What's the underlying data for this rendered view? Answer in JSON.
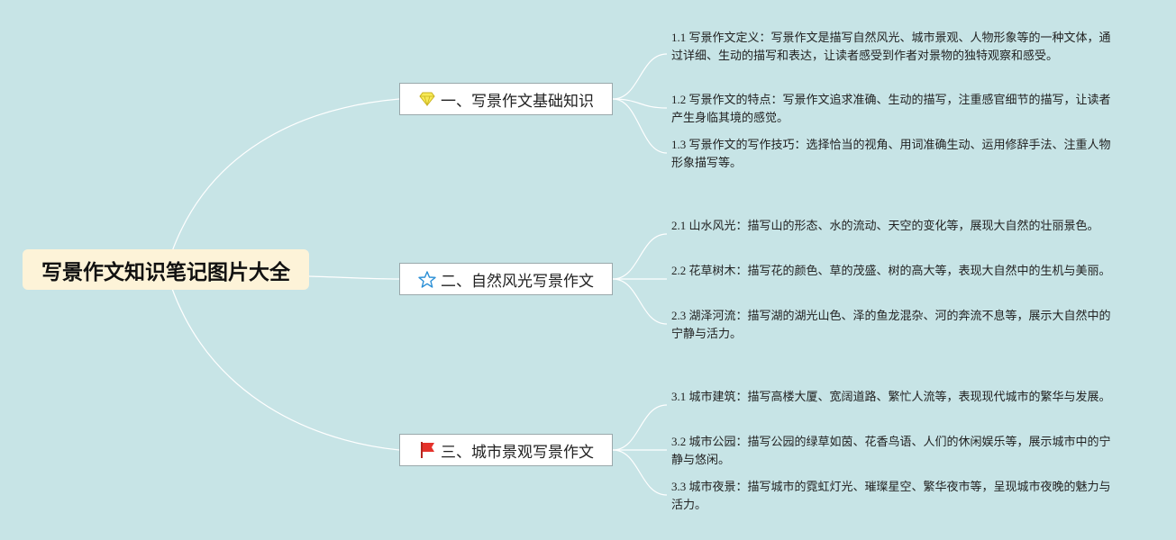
{
  "root": {
    "title": "写景作文知识笔记图片大全"
  },
  "branches": [
    {
      "icon": "diamond-icon",
      "label": "一、写景作文基础知识",
      "leaves": [
        "1.1 写景作文定义：写景作文是描写自然风光、城市景观、人物形象等的一种文体，通过详细、生动的描写和表达，让读者感受到作者对景物的独特观察和感受。",
        "1.2 写景作文的特点：写景作文追求准确、生动的描写，注重感官细节的描写，让读者产生身临其境的感觉。",
        "1.3 写景作文的写作技巧：选择恰当的视角、用词准确生动、运用修辞手法、注重人物形象描写等。"
      ]
    },
    {
      "icon": "star-icon",
      "label": "二、自然风光写景作文",
      "leaves": [
        "2.1 山水风光：描写山的形态、水的流动、天空的变化等，展现大自然的壮丽景色。",
        "2.2 花草树木：描写花的颜色、草的茂盛、树的高大等，表现大自然中的生机与美丽。",
        "2.3 湖泽河流：描写湖的湖光山色、泽的鱼龙混杂、河的奔流不息等，展示大自然中的宁静与活力。"
      ]
    },
    {
      "icon": "red-flag-icon",
      "label": "三、城市景观写景作文",
      "leaves": [
        "3.1 城市建筑：描写高楼大厦、宽阔道路、繁忙人流等，表现现代城市的繁华与发展。",
        "3.2 城市公园：描写公园的绿草如茵、花香鸟语、人们的休闲娱乐等，展示城市中的宁静与悠闲。",
        "3.3 城市夜景：描写城市的霓虹灯光、璀璨星空、繁华夜市等，呈现城市夜晚的魅力与活力。"
      ]
    }
  ],
  "colors": {
    "background": "#c7e4e6",
    "root_fill": "#fdf3d8",
    "line": "#ffffff"
  }
}
